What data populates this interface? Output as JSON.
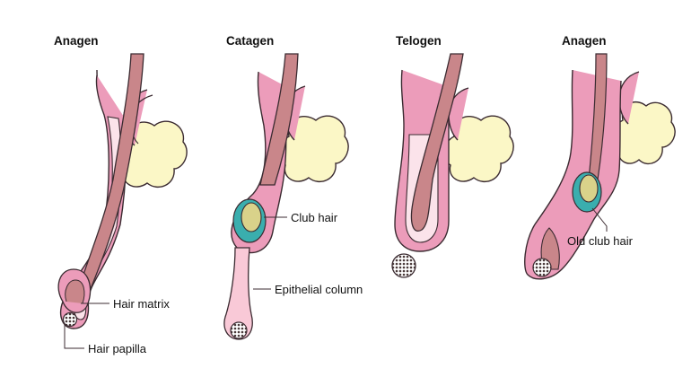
{
  "stages": [
    {
      "name": "Anagen"
    },
    {
      "name": "Catagen"
    },
    {
      "name": "Telogen"
    },
    {
      "name": "Anagen"
    }
  ],
  "callouts": {
    "hair_matrix": "Hair matrix",
    "hair_papilla": "Hair papilla",
    "club_hair": "Club hair",
    "epithelial_column": "Epithelial column",
    "old_club_hair": "Old club hair"
  },
  "colors": {
    "hair_shaft": "#c9868a",
    "follicle_sheath": "#ec9cba",
    "follicle_inner": "#fbe3ea",
    "sebaceous_gland": "#fbf7c6",
    "club_hair": "#d9d28a",
    "club_ring": "#3aaeae",
    "epithelial_column": "#f9c9d7",
    "outline": "#3b2b31"
  }
}
